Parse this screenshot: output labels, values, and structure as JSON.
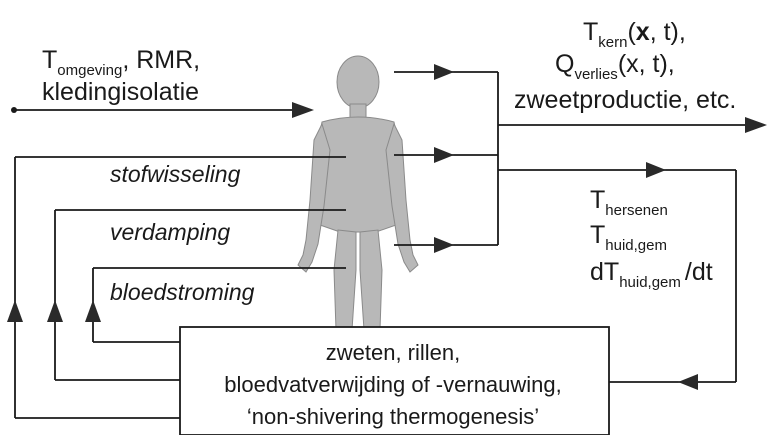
{
  "inputs": {
    "t_main": "T",
    "t_sub": "omgeving",
    "sep": ", RMR,",
    "line2": "kledingisolatie"
  },
  "outputs": {
    "t_main": "T",
    "t_sub": "kern",
    "t_open": "(",
    "t_bold": "x",
    "t_close": ", t),",
    "q_main": "Q",
    "q_sub": "verlies",
    "q_rest": "(x, t),",
    "line3": "zweetproductie, etc."
  },
  "effectors": {
    "metabolism": "stofwisseling",
    "evaporation": "verdamping",
    "bloodflow": "bloedstroming"
  },
  "sensors": {
    "brain_main": "T",
    "brain_sub": "hersenen",
    "skin_main": "T",
    "skin_sub": "huid,gem",
    "rate_main": "dT",
    "rate_sub": "huid,gem",
    "rate_rest": "/dt"
  },
  "controller": {
    "line1": "zweten, rillen,",
    "line2": "bloedvatverwijding of -vernauwing,",
    "line3": "‘non-shivering thermogenesis’"
  },
  "colors": {
    "line": "#1a1a1a",
    "body": "#b8b8b8"
  }
}
